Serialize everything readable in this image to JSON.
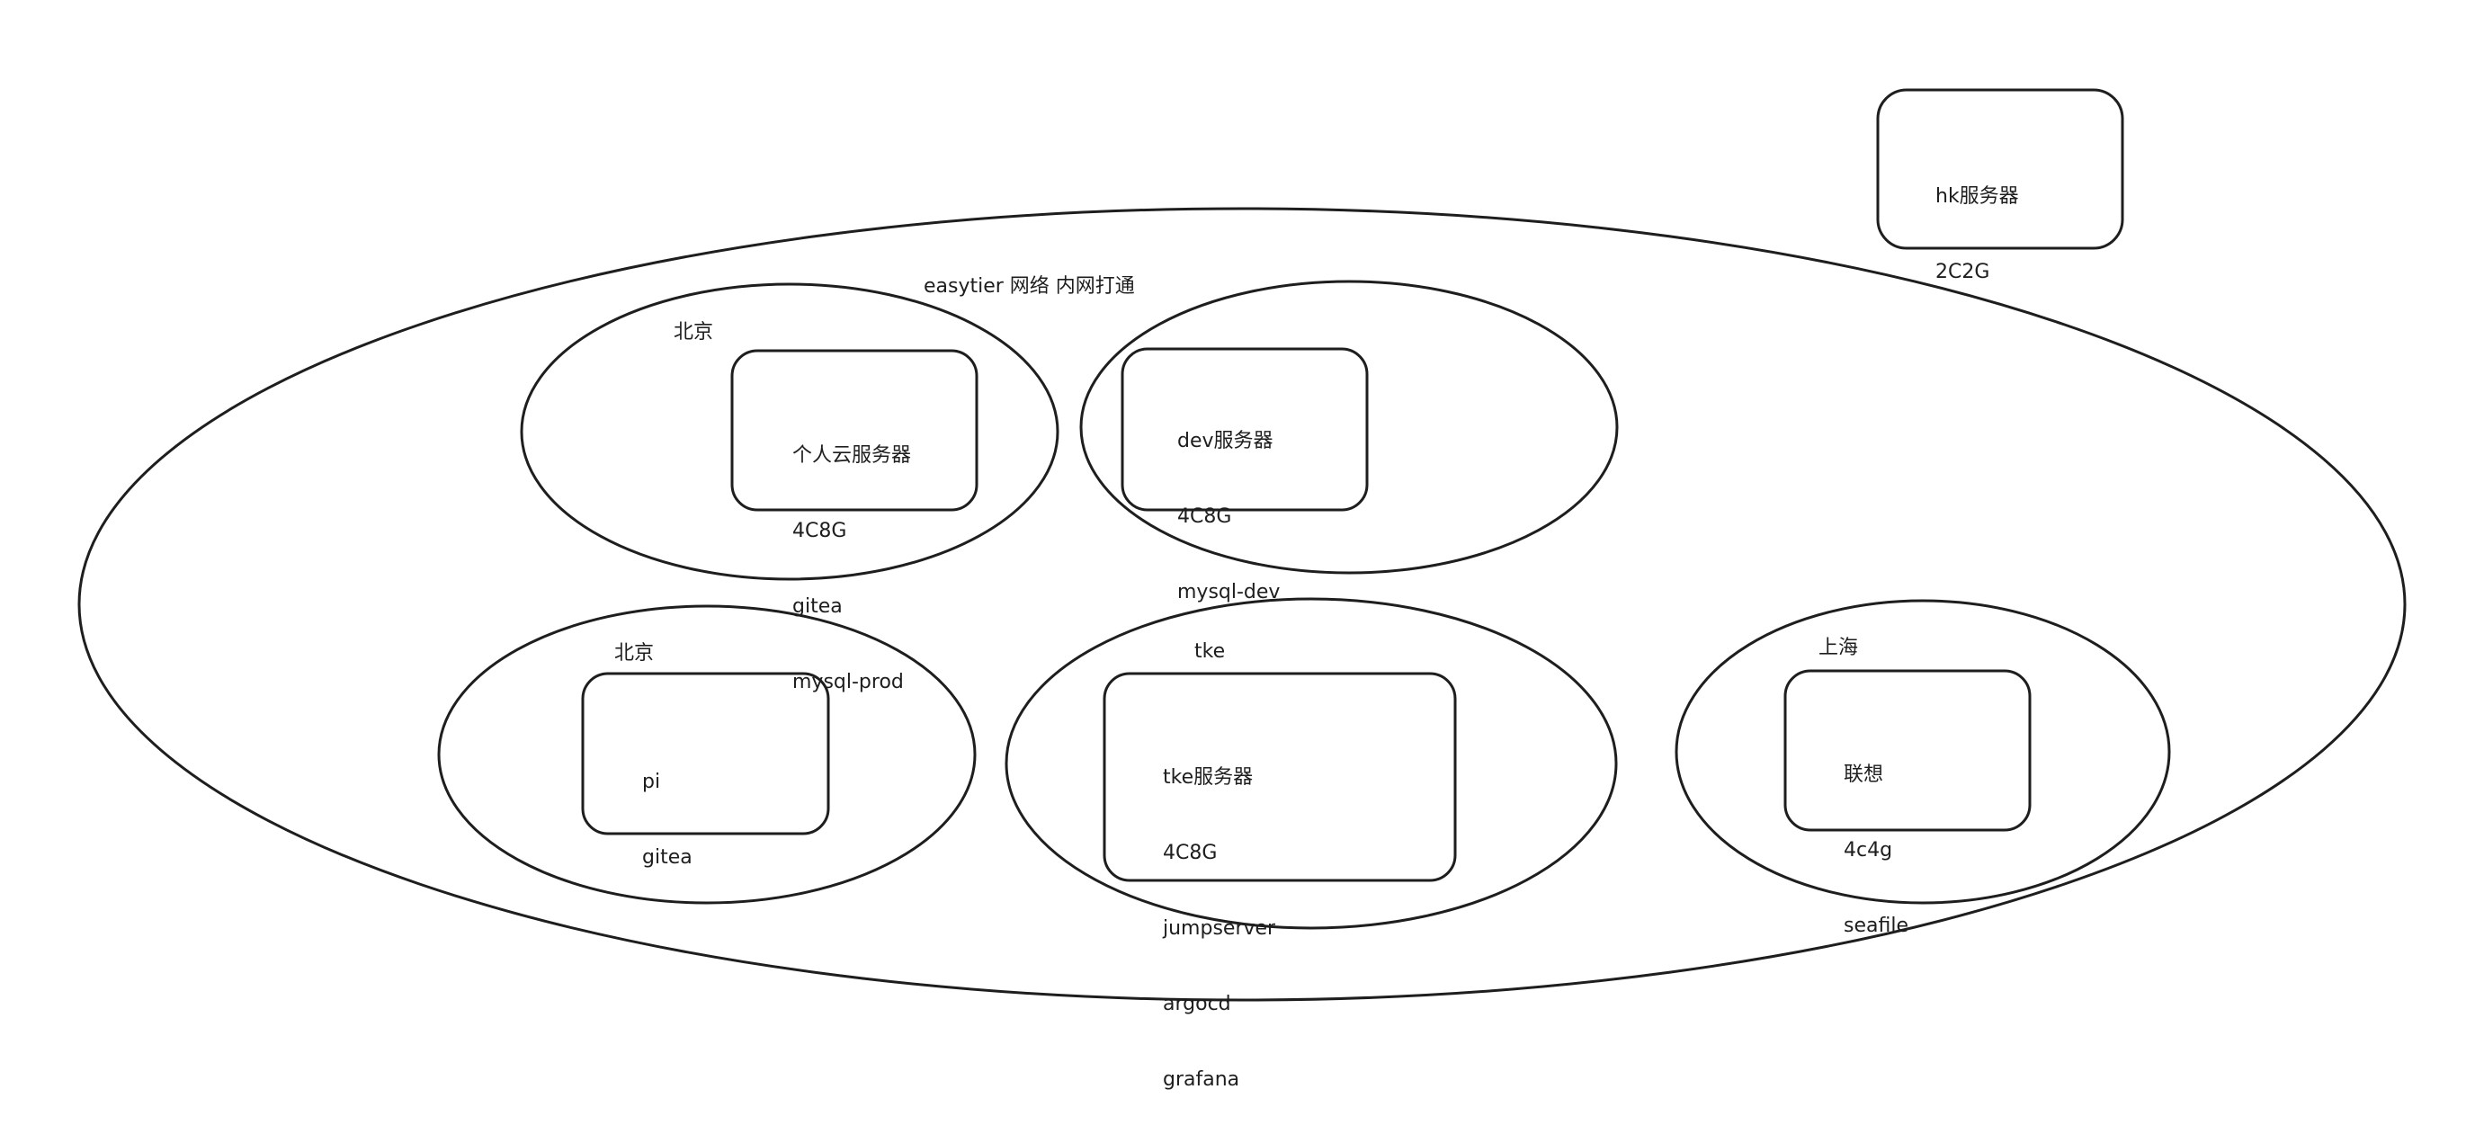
{
  "title": "easytier 网络 内网打通",
  "colors": {
    "stroke": "#1e1e1e",
    "background": "#ffffff"
  },
  "hk_server": {
    "lines": [
      "hk服务器",
      "2C2G"
    ]
  },
  "regions": [
    {
      "label": "北京",
      "server_lines": [
        "个人云服务器",
        "4C8G",
        "gitea",
        "mysql-prod"
      ]
    },
    {
      "label": "",
      "server_lines": [
        "dev服务器",
        "4C8G",
        "mysql-dev"
      ]
    },
    {
      "label": "北京",
      "server_lines": [
        "pi",
        "gitea"
      ]
    },
    {
      "label": "tke",
      "server_lines": [
        "tke服务器",
        "4C8G",
        "jumpserver",
        "argocd",
        "grafana"
      ]
    },
    {
      "label": "上海",
      "server_lines": [
        "联想",
        "4c4g",
        "seafile"
      ]
    }
  ]
}
